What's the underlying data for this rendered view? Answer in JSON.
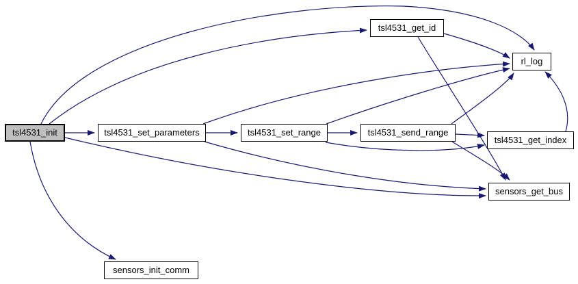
{
  "diagram": {
    "type": "function-call-graph",
    "nodes": [
      {
        "id": "tsl4531_init",
        "label": "tsl4531_init",
        "highlighted": true
      },
      {
        "id": "tsl4531_set_parameters",
        "label": "tsl4531_set_parameters",
        "highlighted": false
      },
      {
        "id": "tsl4531_set_range",
        "label": "tsl4531_set_range",
        "highlighted": false
      },
      {
        "id": "tsl4531_send_range",
        "label": "tsl4531_send_range",
        "highlighted": false
      },
      {
        "id": "tsl4531_get_id",
        "label": "tsl4531_get_id",
        "highlighted": false
      },
      {
        "id": "rl_log",
        "label": "rl_log",
        "highlighted": false
      },
      {
        "id": "tsl4531_get_index",
        "label": "tsl4531_get_index",
        "highlighted": false
      },
      {
        "id": "sensors_get_bus",
        "label": "sensors_get_bus",
        "highlighted": false
      },
      {
        "id": "sensors_init_comm",
        "label": "sensors_init_comm",
        "highlighted": false
      }
    ],
    "edges": [
      {
        "from": "tsl4531_init",
        "to": "tsl4531_set_parameters"
      },
      {
        "from": "tsl4531_init",
        "to": "tsl4531_get_id"
      },
      {
        "from": "tsl4531_init",
        "to": "rl_log"
      },
      {
        "from": "tsl4531_init",
        "to": "sensors_get_bus"
      },
      {
        "from": "tsl4531_init",
        "to": "sensors_init_comm"
      },
      {
        "from": "tsl4531_set_parameters",
        "to": "tsl4531_set_range"
      },
      {
        "from": "tsl4531_set_parameters",
        "to": "rl_log"
      },
      {
        "from": "tsl4531_set_parameters",
        "to": "sensors_get_bus"
      },
      {
        "from": "tsl4531_set_range",
        "to": "tsl4531_send_range"
      },
      {
        "from": "tsl4531_set_range",
        "to": "rl_log"
      },
      {
        "from": "tsl4531_set_range",
        "to": "tsl4531_get_index"
      },
      {
        "from": "tsl4531_send_range",
        "to": "tsl4531_get_index"
      },
      {
        "from": "tsl4531_send_range",
        "to": "rl_log"
      },
      {
        "from": "tsl4531_send_range",
        "to": "sensors_get_bus"
      },
      {
        "from": "tsl4531_get_id",
        "to": "rl_log"
      },
      {
        "from": "tsl4531_get_id",
        "to": "sensors_get_bus"
      },
      {
        "from": "tsl4531_get_index",
        "to": "rl_log"
      }
    ],
    "colors": {
      "edge": "#191970",
      "node_border": "#000000",
      "node_fill": "#ffffff",
      "highlight_fill": "#bfbfbf",
      "text": "#000000",
      "background": "#ffffff"
    }
  }
}
